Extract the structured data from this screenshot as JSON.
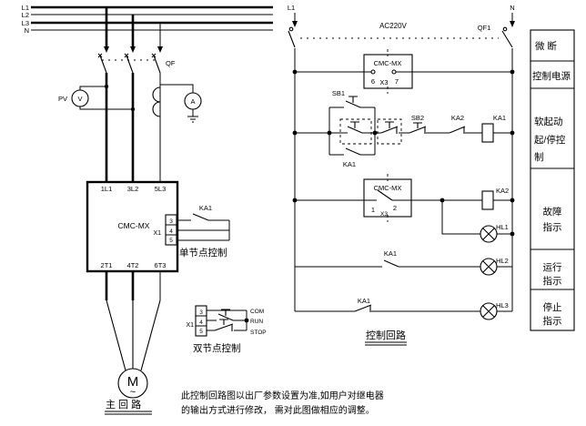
{
  "main_circuit": {
    "bus_labels": [
      "L1",
      "L2",
      "L3",
      "N"
    ],
    "breaker": "QF",
    "pv_label": "PV",
    "voltmeter_symbol": "V",
    "ammeter_symbol": "A",
    "starter": {
      "model": "CMC-MX",
      "top_terminals": [
        "1L1",
        "3L2",
        "5L3"
      ],
      "bottom_terminals": [
        "2T1",
        "4T2",
        "6T3"
      ],
      "block_label": "X1",
      "block_pins": [
        "3",
        "4",
        "5"
      ]
    },
    "single_node": {
      "relay": "KA1",
      "caption": "单节点控制"
    },
    "dual_node": {
      "block_label": "X1",
      "block_pins": [
        "3",
        "4",
        "5"
      ],
      "wire_labels": [
        "COM",
        "RUN",
        "STOP"
      ],
      "caption": "双节点控制"
    },
    "motor": {
      "symbol": "M",
      "wave": "~"
    },
    "caption": "主 回 路"
  },
  "control_circuit": {
    "left_phase": "L1",
    "right_phase": "N",
    "voltage": "AC220V",
    "breaker": "QF1",
    "power_box": {
      "model": "CMC-MX",
      "pins": [
        "6",
        "X3",
        "7"
      ]
    },
    "start_row": {
      "start_button": "SB1",
      "hold_contact": "KA1",
      "stop_button": "SB2",
      "interlock_contact": "KA2",
      "coil": "KA1"
    },
    "fault_box": {
      "model": "CMC-MX",
      "pins": [
        "1",
        "X3",
        "2"
      ]
    },
    "fault_row": {
      "coil": "KA2",
      "lamp": "HL1"
    },
    "run_row": {
      "contact": "KA1",
      "lamp": "HL2"
    },
    "stop_row": {
      "contact": "KA1",
      "lamp": "HL3"
    },
    "caption": "控制回路"
  },
  "sidebar": {
    "items": [
      {
        "lines": [
          "微 断"
        ]
      },
      {
        "lines": [
          "控制电源"
        ]
      },
      {
        "lines": [
          "软起动",
          "起/停控",
          "制"
        ]
      },
      {
        "lines": [
          "故障",
          "指示"
        ]
      },
      {
        "lines": [
          "运行",
          "指示"
        ]
      },
      {
        "lines": [
          "停止",
          "指示"
        ]
      }
    ]
  },
  "note": {
    "line1": "此控制回路图以出厂参数设置为准,如用户对继电器",
    "line2": "的输出方式进行修改， 需对此图做相应的调整。"
  },
  "colors": {
    "ink": "#000000",
    "background": "#ffffff"
  }
}
